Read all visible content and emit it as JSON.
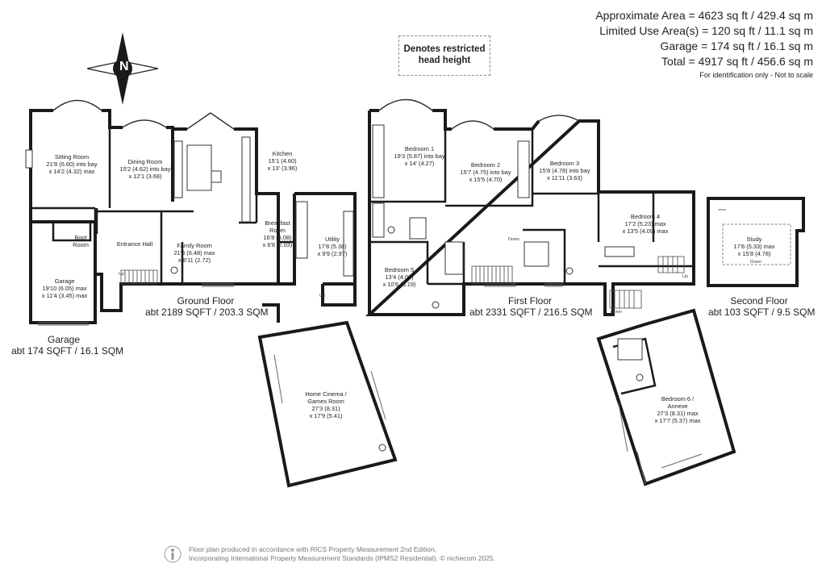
{
  "area_summary": {
    "approx_area": "Approximate Area = 4623 sq ft / 429.4 sq m",
    "limited_use": "Limited Use Area(s) = 120 sq ft / 11.1 sq m",
    "garage": "Garage = 174 sq ft / 16.1 sq m",
    "total": "Total = 4917 sq ft / 456.6 sq m",
    "note": "For identification only - Not to scale"
  },
  "restricted_note": [
    "Denotes restricted",
    "head height"
  ],
  "compass": {
    "letter": "N"
  },
  "floors": {
    "garage": {
      "name": "Garage",
      "area": "abt 174 SQFT / 16.1 SQM"
    },
    "ground": {
      "name": "Ground Floor",
      "area": "abt 2189 SQFT / 203.3 SQM"
    },
    "first": {
      "name": "First Floor",
      "area": "abt 2331 SQFT / 216.5 SQM"
    },
    "second": {
      "name": "Second Floor",
      "area": "abt 103 SQFT / 9.5 SQM"
    }
  },
  "rooms": {
    "sitting": [
      "Sitting Room",
      "21'8 (6.60) into bay",
      "x 14'2 (4.32) max"
    ],
    "dining": [
      "Dining Room",
      "15'2 (4.62) into bay",
      "x 12'1 (3.68)"
    ],
    "kitchen": [
      "Kitchen",
      "15'1 (4.60)",
      "x 13' (3.96)"
    ],
    "boot": [
      "Boot",
      "Room"
    ],
    "entrance": [
      "Entrance Hall"
    ],
    "garage_room": [
      "Garage",
      "19'10 (6.05) max",
      "x 11'4 (3.45) max"
    ],
    "family": [
      "Family Room",
      "21'3 (6.48) max",
      "x 8'11 (2.72)"
    ],
    "breakfast": [
      "Breakfast",
      "Room",
      "16'8 (5.08)",
      "x 6'8 (2.03)"
    ],
    "utility": [
      "Utility",
      "17'8 (5.38)",
      "x 9'9 (2.97)"
    ],
    "cinema": [
      "Home Cinema /",
      "Games Room",
      "27'3 (8.31)",
      "x 17'9 (5.41)"
    ],
    "bed1": [
      "Bedroom 1",
      "19'3 (5.87) into bay",
      "x 14' (4.27)"
    ],
    "bed2": [
      "Bedroom 2",
      "15'7 (4.75) into bay",
      "x 15'5 (4.70)"
    ],
    "bed3": [
      "Bedroom 3",
      "15'8 (4.78) into bay",
      "x 11'11 (3.63)"
    ],
    "bed4": [
      "Bedroom 4",
      "17'2 (5.23) max",
      "x 13'5 (4.09) max"
    ],
    "bed5": [
      "Bedroom 5",
      "13'4 (4.06)",
      "x 10'6 (3.19)"
    ],
    "bed6": [
      "Bedroom 6 /",
      "Annexe",
      "27'3 (8.31) max",
      "x 17'7 (5.37) max"
    ],
    "study": [
      "Study",
      "17'6 (5.33) max",
      "x 15'8 (4.78)"
    ]
  },
  "stair_labels": {
    "up": "Up",
    "down": "Down"
  },
  "footer": [
    "Floor plan produced in accordance with RICS Property Measurement 2nd Edition,",
    "Incorporating International Property Measurement Standards (IPMS2 Residential).  © nichecom 2025."
  ]
}
